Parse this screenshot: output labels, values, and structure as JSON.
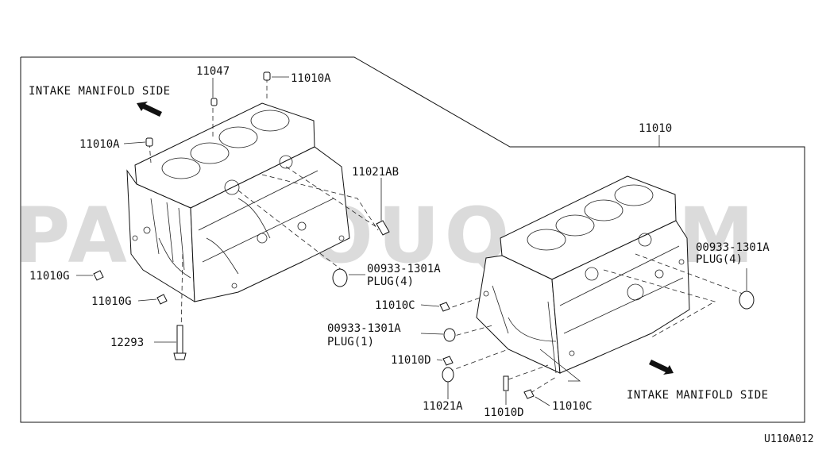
{
  "diagram": {
    "ref_code": "U110A012",
    "watermark": "PARTSOUQ.COM",
    "side_labels": {
      "left": "INTAKE MANIFOLD SIDE",
      "right": "INTAKE MANIFOLD SIDE"
    },
    "callouts": {
      "p11047": "11047",
      "p11010A_top": "11010A",
      "p11010A_left": "11010A",
      "p11010": "11010",
      "p11021AB": "11021AB",
      "p11010G_1": "11010G",
      "p11010G_2": "11010G",
      "p12293": "12293",
      "p00933_mid_num": "00933-1301A",
      "p00933_mid_plug": "PLUG(4)",
      "p00933_right_num": "00933-1301A",
      "p00933_right_plug": "PLUG(4)",
      "p00933_left_num": "00933-1301A",
      "p00933_left_plug": "PLUG(1)",
      "p11010C_1": "11010C",
      "p11010D_1": "11010D",
      "p11021A": "11021A",
      "p11010D_2": "11010D",
      "p11010C_2": "11010C"
    },
    "icons": [
      "arrow-up-left-icon",
      "arrow-down-right-icon"
    ]
  }
}
